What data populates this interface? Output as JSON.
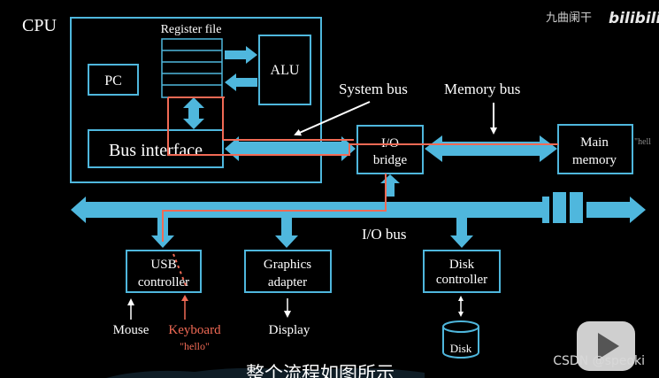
{
  "cpu": {
    "label": "CPU"
  },
  "register_file": {
    "label": "Register file"
  },
  "alu": {
    "label": "ALU"
  },
  "pc": {
    "label": "PC"
  },
  "bus_interface": {
    "label": "Bus interface"
  },
  "system_bus": {
    "label": "System bus"
  },
  "memory_bus": {
    "label": "Memory bus"
  },
  "io_bridge": {
    "line1": "I/O",
    "line2": "bridge"
  },
  "main_memory": {
    "line1": "Main",
    "line2": "memory",
    "side_text": "\"hell"
  },
  "io_bus": {
    "label": "I/O bus"
  },
  "usb": {
    "line1": "USB",
    "line2": "controller"
  },
  "graphics": {
    "line1": "Graphics",
    "line2": "adapter"
  },
  "disk_ctrl": {
    "line1": "Disk",
    "line2": "controller"
  },
  "devices": {
    "mouse": "Mouse",
    "keyboard": "Keyboard",
    "hello": "\"hello\"",
    "display": "Display",
    "disk": "Disk"
  },
  "watermark": {
    "top_right": "九曲阑干",
    "logo": "bilibili",
    "bottom_right": "CSDN @speoki"
  },
  "subtitle": "整个流程如图所示",
  "colors": {
    "blue": "#4fb7dd",
    "red": "#f16a55",
    "bg": "#000000"
  }
}
